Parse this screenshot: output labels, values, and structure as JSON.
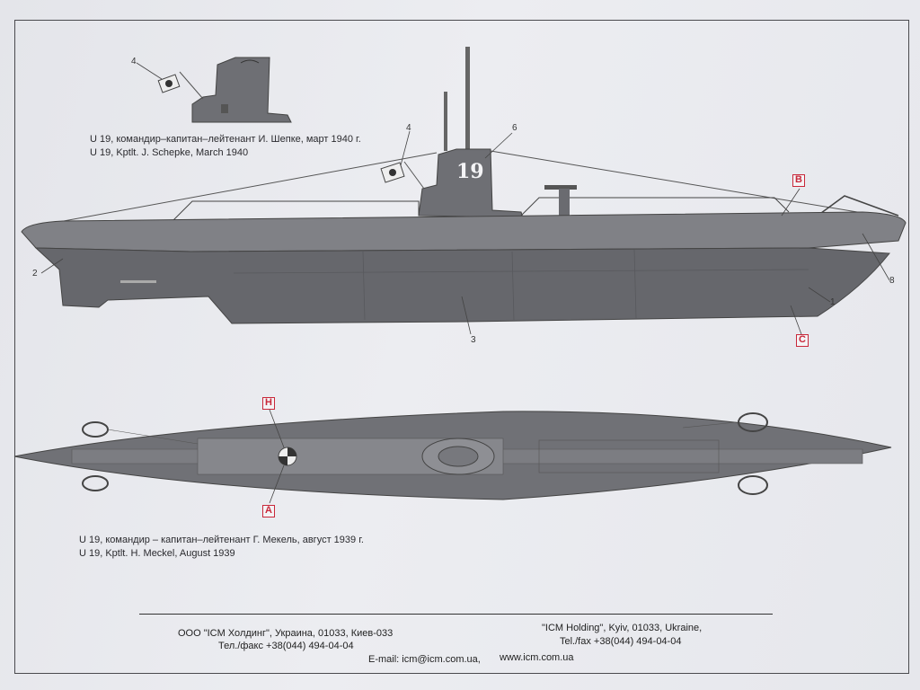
{
  "captions": {
    "top_ru": "U 19, командир–капитан–лейтенант И. Шепке, март 1940 г.",
    "top_en": "U 19, Kptlt. J. Schepke, March 1940",
    "bottom_ru": "U 19, командир – капитан–лейтенант Г. Мекель, август 1939 г.",
    "bottom_en": "U 19, Kptlt. H. Meckel, August 1939"
  },
  "hull_number": "19",
  "callouts": {
    "c1": "1",
    "c2": "2",
    "c3": "3",
    "c4a": "4",
    "c4b": "4",
    "c6": "6",
    "c8": "8"
  },
  "markers": {
    "A": "A",
    "B": "B",
    "C": "C",
    "H": "H"
  },
  "footer": {
    "ru_line1": "ООО \"ICM Холдинг\", Украина, 01033, Киев-033",
    "ru_line2": "Тел./факс +38(044) 494-04-04",
    "en_line1": "\"ICM Holding\", Kyiv, 01033, Ukraine,",
    "en_line2": "Tel./fax +38(044) 494-04-04",
    "email": "E-mail: icm@icm.com.ua,",
    "web": "www.icm.com.ua"
  },
  "colors": {
    "hull": "#6e6f74",
    "deck": "#8a8b90",
    "marker_red": "#c8283a"
  }
}
